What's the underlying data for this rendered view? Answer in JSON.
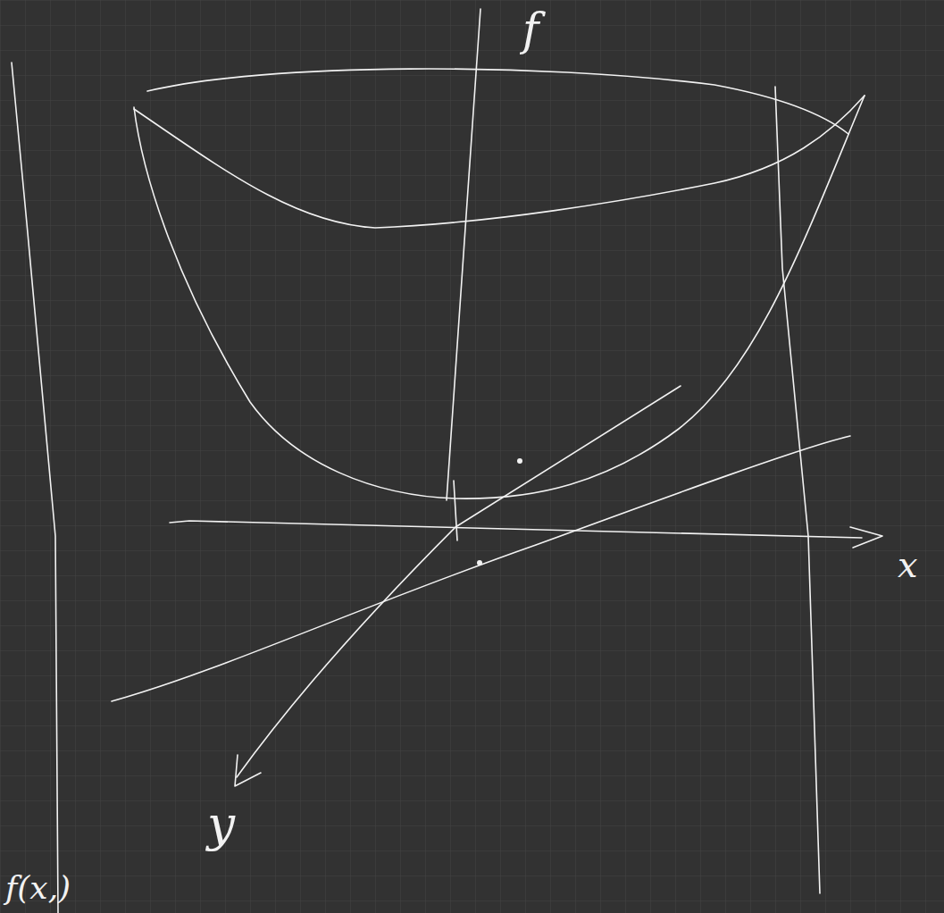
{
  "diagram": {
    "labels": [
      "f",
      "x",
      "y",
      "f(x,)"
    ]
  }
}
